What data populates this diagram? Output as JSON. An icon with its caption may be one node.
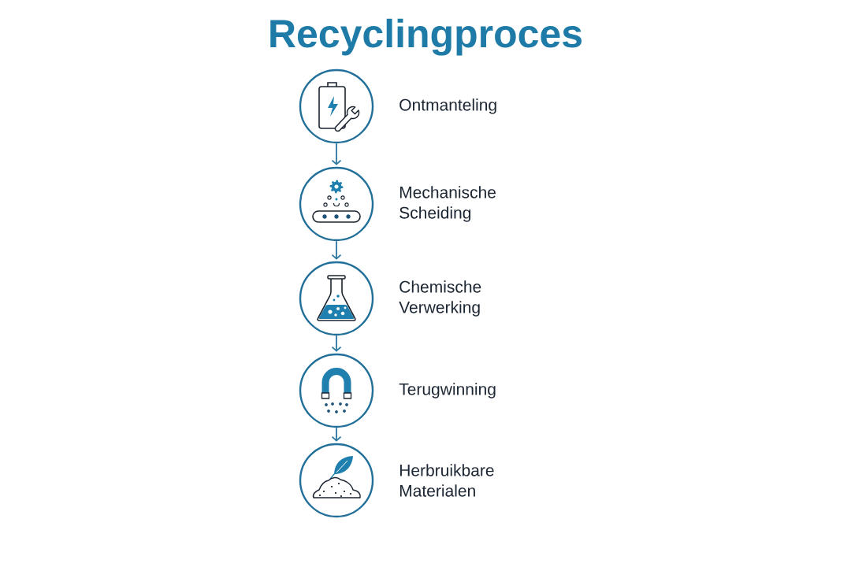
{
  "diagram": {
    "title": "Recyclingproces",
    "nodes": [
      {
        "text": [],
        "shape": "circle",
        "beside": [
          "Ontmanteling"
        ]
      },
      {
        "text": [],
        "shape": "circle",
        "beside": [
          "Mechanische Scheiding"
        ]
      },
      {
        "text": [],
        "shape": "circle",
        "beside": [
          "Chemische Verwerking"
        ]
      },
      {
        "text": [],
        "shape": "circle",
        "beside": [
          "Terugwinning"
        ]
      },
      {
        "text": [],
        "shape": "circle",
        "beside": [
          "Herbruikbare Materialen"
        ]
      }
    ],
    "edges": [
      {
        "from": 0,
        "to": 1,
        "arrow": "to"
      },
      {
        "from": 1,
        "to": 2,
        "arrow": "to"
      },
      {
        "from": 2,
        "to": 3,
        "arrow": "to"
      },
      {
        "from": 3,
        "to": 4,
        "arrow": "to"
      }
    ]
  }
}
